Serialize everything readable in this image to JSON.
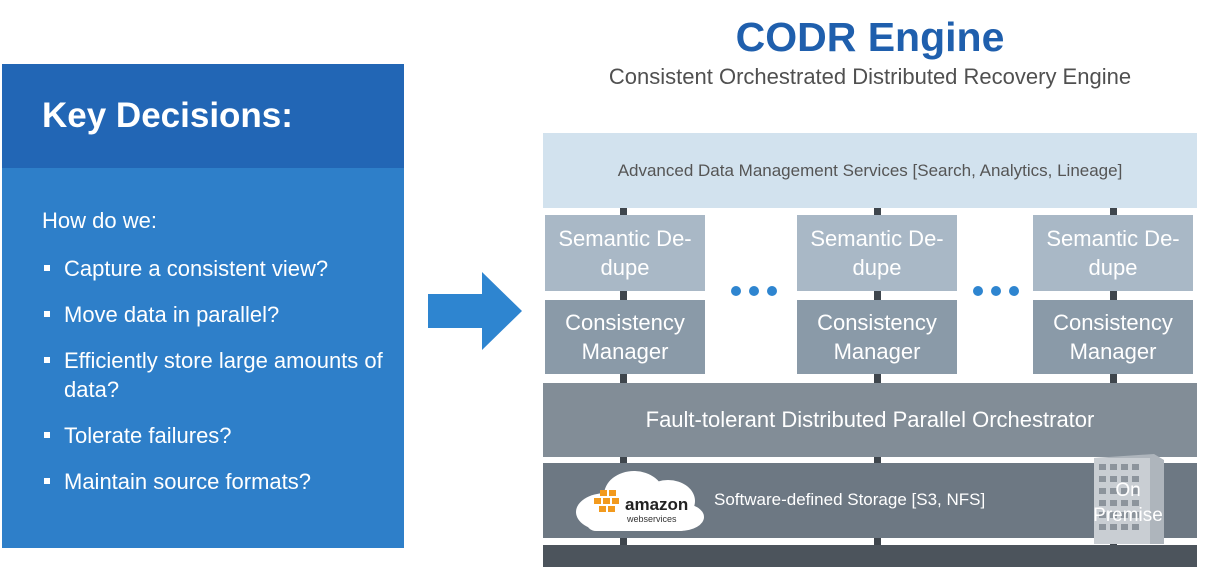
{
  "left_panel": {
    "title": "Key Decisions:",
    "intro": "How do we:",
    "bullets": [
      "Capture a consistent view?",
      "Move data in parallel?",
      "Efficiently store large amounts of data?",
      "Tolerate failures?",
      "Maintain source formats?"
    ]
  },
  "diagram": {
    "title": "CODR Engine",
    "subtitle": "Consistent Orchestrated Distributed Recovery Engine",
    "services_layer": "Advanced Data Management Services [Search, Analytics, Lineage]",
    "dedupe_label": "Semantic De-dupe",
    "consistency_label": "Consistency Manager",
    "orchestrator_layer": "Fault-tolerant Distributed Parallel Orchestrator",
    "storage_layer": "Software-defined Storage [S3, NFS]",
    "aws_logo": {
      "word": "amazon",
      "sub": "webservices"
    },
    "on_premise": "On Premise"
  },
  "colors": {
    "title_blue": "#1F5FAD",
    "panel_blue": "#2E7FC9",
    "panel_header_blue": "#2266B5",
    "arrow_blue": "#2E85D0"
  }
}
